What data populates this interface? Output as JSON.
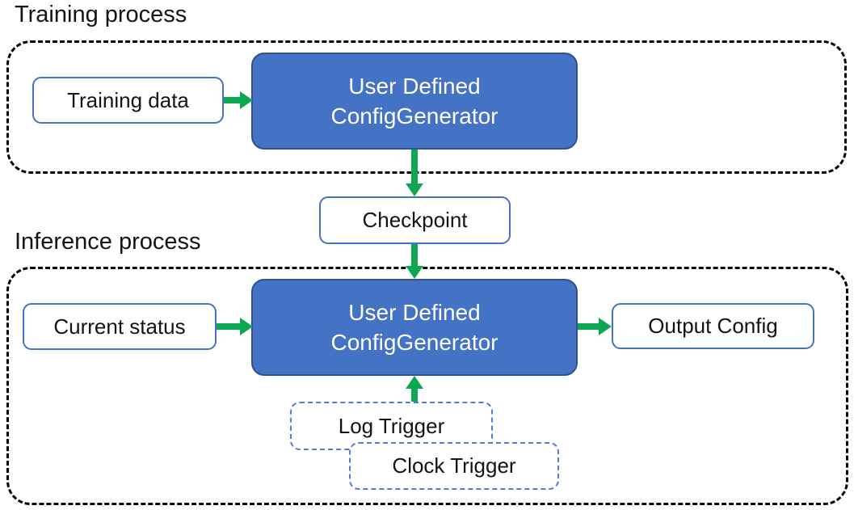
{
  "diagram": {
    "training": {
      "title": "Training process",
      "input_label": "Training data",
      "generator_line1": "User Defined",
      "generator_line2": "ConfigGenerator"
    },
    "checkpoint_label": "Checkpoint",
    "inference": {
      "title": "Inference process",
      "input_label": "Current status",
      "generator_line1": "User Defined",
      "generator_line2": "ConfigGenerator",
      "output_label": "Output Config",
      "log_trigger_label": "Log Trigger",
      "clock_trigger_label": "Clock Trigger"
    }
  },
  "colors": {
    "blue_fill": "#4472C4",
    "blue_box_border": "#2F528F",
    "white_box_border": "#4472C4",
    "trigger_border": "#4E7DD1",
    "arrow_green": "#0CA750",
    "dash_black": "#000000",
    "text_dark": "#141414",
    "text_light": "#FFFFFF"
  }
}
